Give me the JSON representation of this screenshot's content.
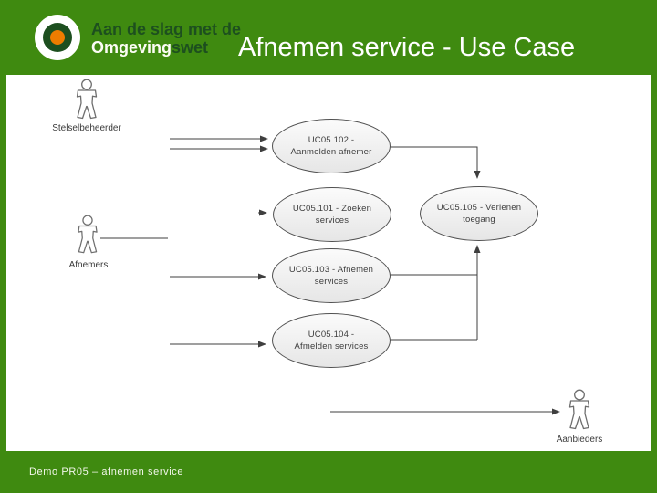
{
  "header": {
    "brand": {
      "line1": "Aan de slag met de",
      "line2_light": "Omgeving",
      "line2_dark": "swet"
    },
    "title": "Afnemen service - Use Case"
  },
  "footer": {
    "text": "Demo PR05 – afnemen service"
  },
  "diagram": {
    "actors": [
      {
        "id": "stelselbeheerder",
        "label": "Stelselbeheerder"
      },
      {
        "id": "afnemers",
        "label": "Afnemers"
      },
      {
        "id": "aanbieders",
        "label": "Aanbieders"
      }
    ],
    "usecases": [
      {
        "id": "uc05-102",
        "line1": "UC05.102 -",
        "line2": "Aanmelden afnemer"
      },
      {
        "id": "uc05-101",
        "line1": "UC05.101 - Zoeken",
        "line2": "services"
      },
      {
        "id": "uc05-105",
        "line1": "UC05.105 - Verlenen",
        "line2": "toegang"
      },
      {
        "id": "uc05-103",
        "line1": "UC05.103 - Afnemen",
        "line2": "services"
      },
      {
        "id": "uc05-104",
        "line1": "UC05.104 -",
        "line2": "Afmelden services"
      }
    ]
  },
  "colors": {
    "band_green": "#3f8a10",
    "dark_green": "#1d4f1f",
    "orange": "#ee7c00",
    "connector": "#3f3f3f",
    "ellipse_fill_top": "#fbfbfb",
    "ellipse_fill_bottom": "#e6e6e6"
  }
}
